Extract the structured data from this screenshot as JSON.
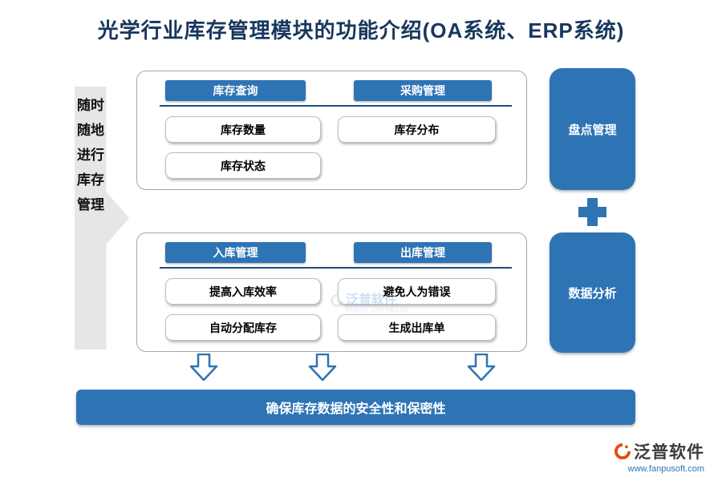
{
  "title": "光学行业库存管理模块的功能介绍(OA系统、ERP系统)",
  "left_banner": "随时随地进行库存管理",
  "top_group": {
    "headers": [
      "库存查询",
      "采购管理"
    ],
    "left_items": [
      "库存数量",
      "库存状态"
    ],
    "right_items": [
      "库存分布"
    ]
  },
  "bottom_group": {
    "headers": [
      "入库管理",
      "出库管理"
    ],
    "left_items": [
      "提高入库效率",
      "自动分配库存"
    ],
    "right_items": [
      "避免人为错误",
      "生成出库单"
    ]
  },
  "side_blocks": [
    "盘点管理",
    "数据分析"
  ],
  "bottom_banner": "确保库存数据的安全性和保密性",
  "watermark": {
    "text": "泛普软件",
    "subtext": "FANPU SOFTWARE"
  },
  "logo": {
    "name": "泛普软件",
    "url": "www.fanpusoft.com"
  },
  "colors": {
    "accent_blue": "#2E74B5",
    "title_navy": "#17375E",
    "banner_gray": "#E7E6E6",
    "rule_navy": "#1F4E79",
    "logo_orange": "#E8490F"
  }
}
